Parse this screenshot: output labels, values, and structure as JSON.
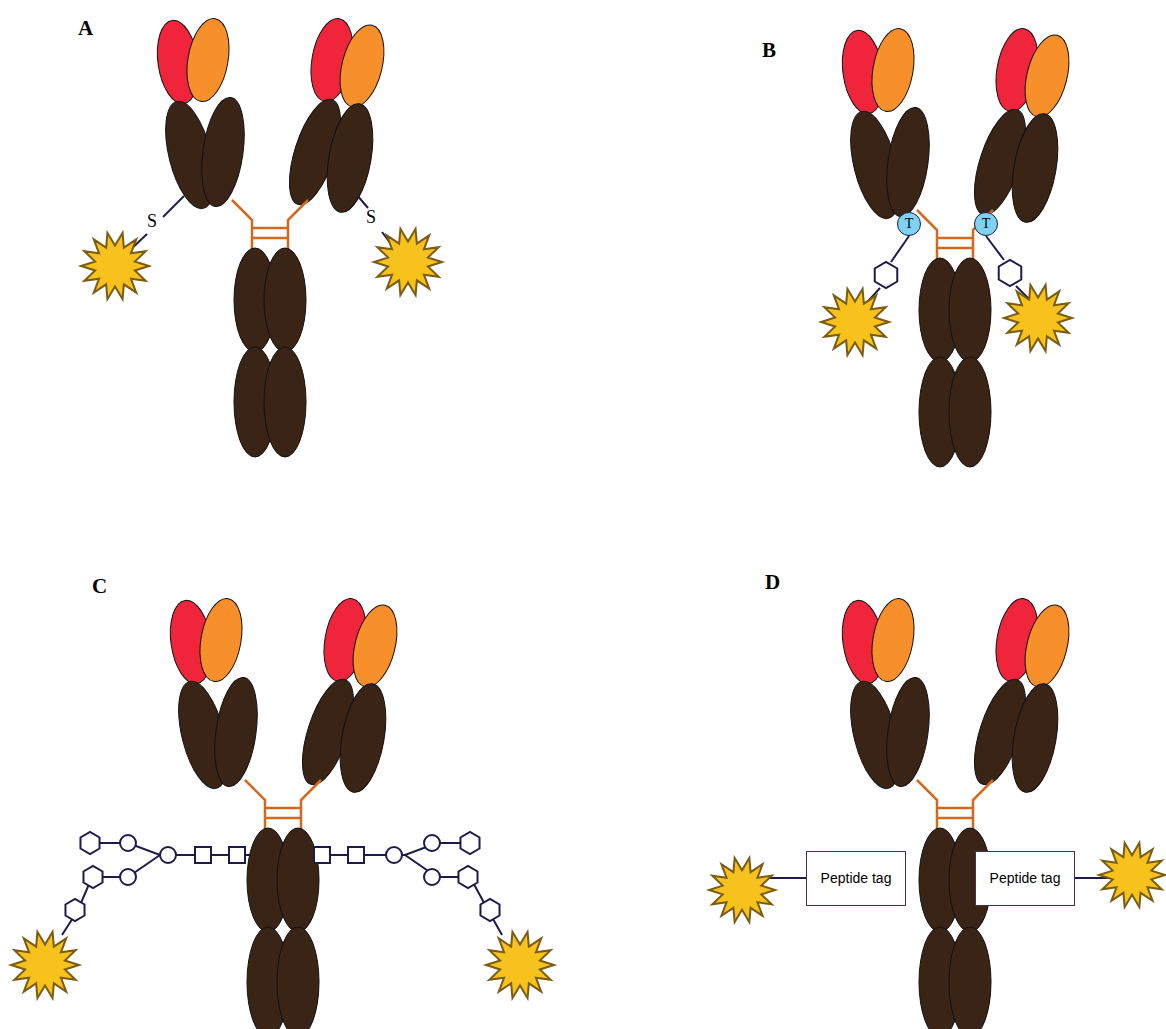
{
  "diagram": {
    "nodes": [
      {
        "text": [
          "T"
        ]
      },
      {
        "text": [
          "T"
        ]
      },
      {
        "text": [
          "Peptide tag"
        ]
      },
      {
        "text": [
          "Peptide tag"
        ]
      }
    ],
    "labels": [
      "A",
      "S",
      "S",
      "B",
      "C",
      "D"
    ]
  }
}
